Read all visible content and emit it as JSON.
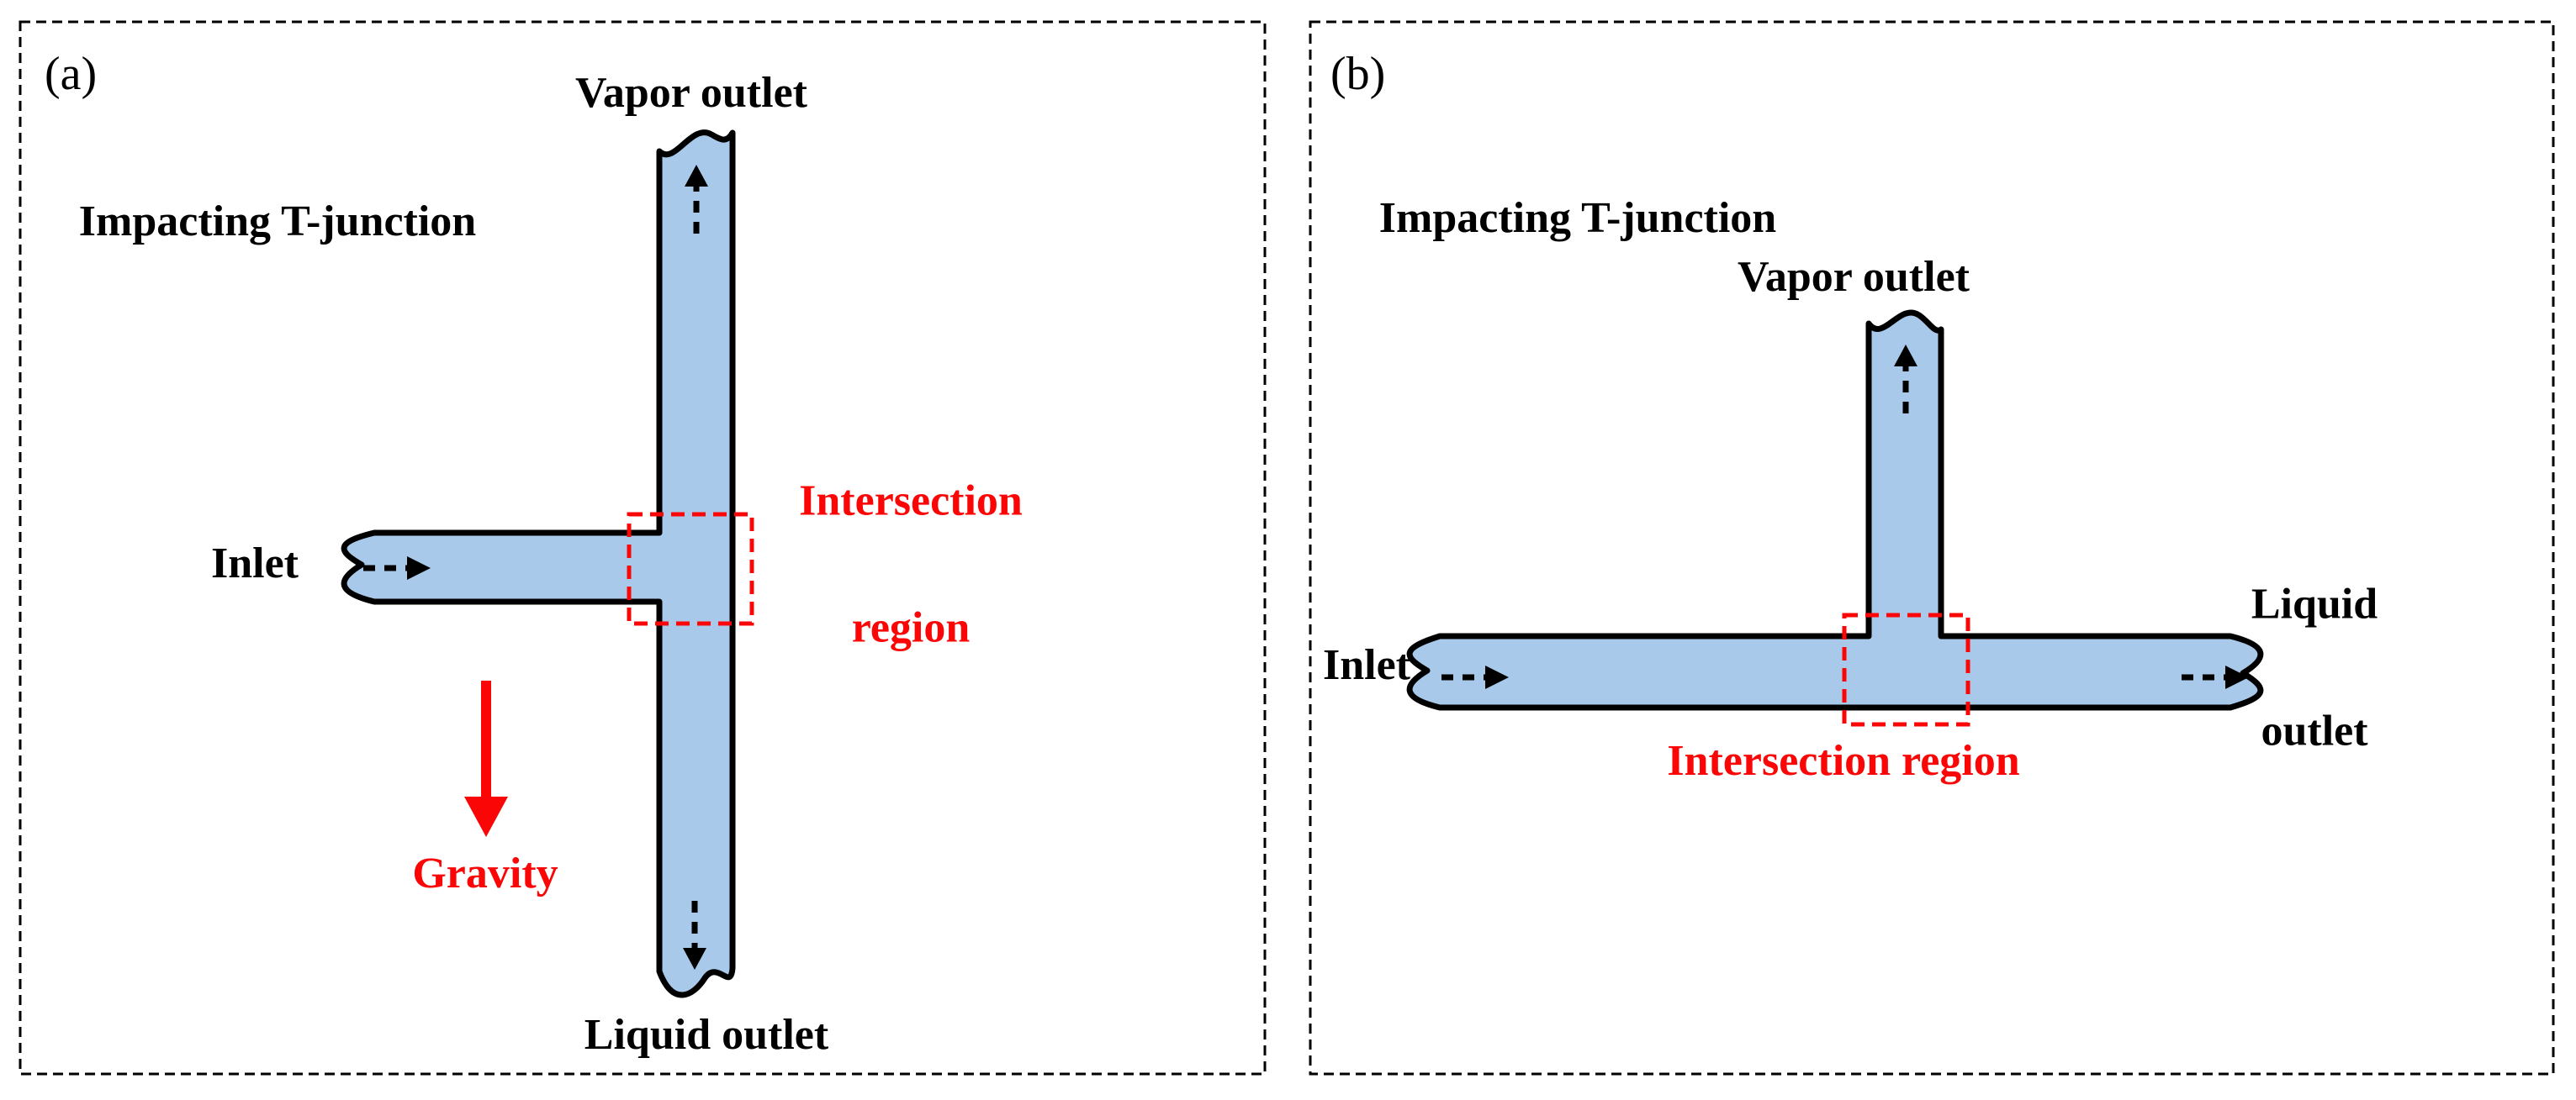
{
  "colors": {
    "channel_fill": "#a9c9ea",
    "outline": "#000000",
    "accent_red": "#fb0606",
    "background": "#ffffff"
  },
  "panel_a": {
    "tag": "(a)",
    "title": "Impacting T-junction",
    "labels": {
      "vapor_outlet": "Vapor outlet",
      "inlet": "Inlet",
      "liquid_outlet": "Liquid outlet",
      "gravity": "Gravity",
      "intersection_line1": "Intersection",
      "intersection_line2": "region"
    }
  },
  "panel_b": {
    "tag": "(b)",
    "title": "Impacting T-junction",
    "labels": {
      "vapor_outlet": "Vapor outlet",
      "inlet": "Inlet",
      "liquid_outlet_line1": "Liquid",
      "liquid_outlet_line2": "outlet",
      "intersection": "Intersection region"
    }
  }
}
